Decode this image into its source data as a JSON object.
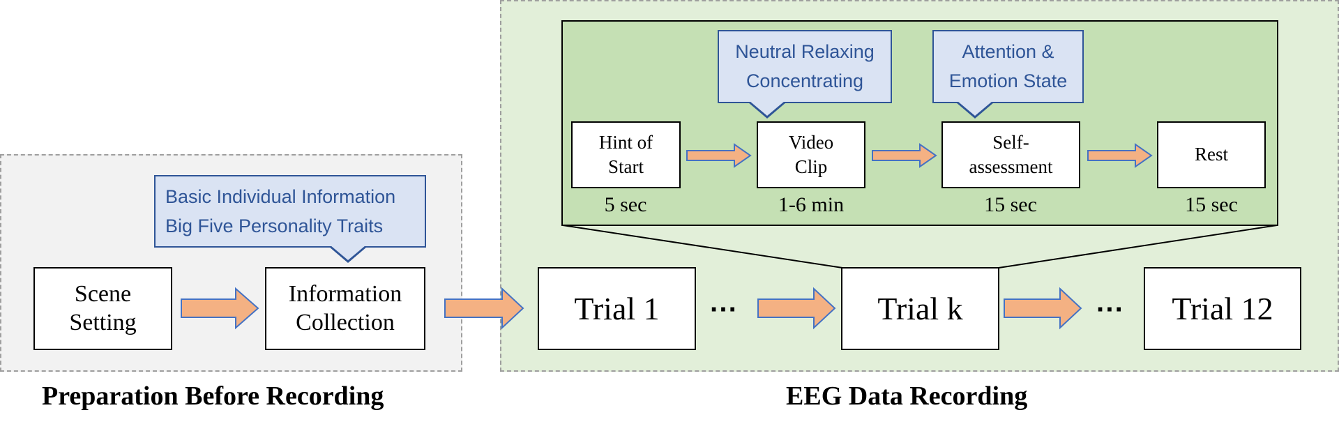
{
  "preparation": {
    "title": "Preparation Before Recording",
    "scene_setting": "Scene Setting",
    "information_collection": "Information Collection",
    "callout_lines": [
      "Basic Individual Information",
      "Big Five Personality Traits"
    ]
  },
  "eeg": {
    "title": "EEG Data Recording",
    "trials": {
      "first": "Trial 1",
      "middle": "Trial k",
      "last": "Trial 12",
      "ellipsis": "···"
    },
    "steps": [
      {
        "label": "Hint of Start",
        "duration": "5 sec"
      },
      {
        "label": "Video Clip",
        "duration": "1-6 min"
      },
      {
        "label": "Self-assessment",
        "duration": "15 sec"
      },
      {
        "label": "Rest",
        "duration": "15 sec"
      }
    ],
    "callouts": {
      "video": [
        "Neutral Relaxing",
        "Concentrating"
      ],
      "self_assessment": [
        "Attention &",
        "Emotion State"
      ]
    }
  },
  "colors": {
    "arrow_fill": "#f4b183",
    "arrow_stroke": "#4472c4",
    "callout_fill": "#dae3f3",
    "callout_text": "#2f5597",
    "prep_background": "#f2f2f2",
    "eeg_background": "#e2efd9",
    "panel_background": "#c5e0b4"
  }
}
